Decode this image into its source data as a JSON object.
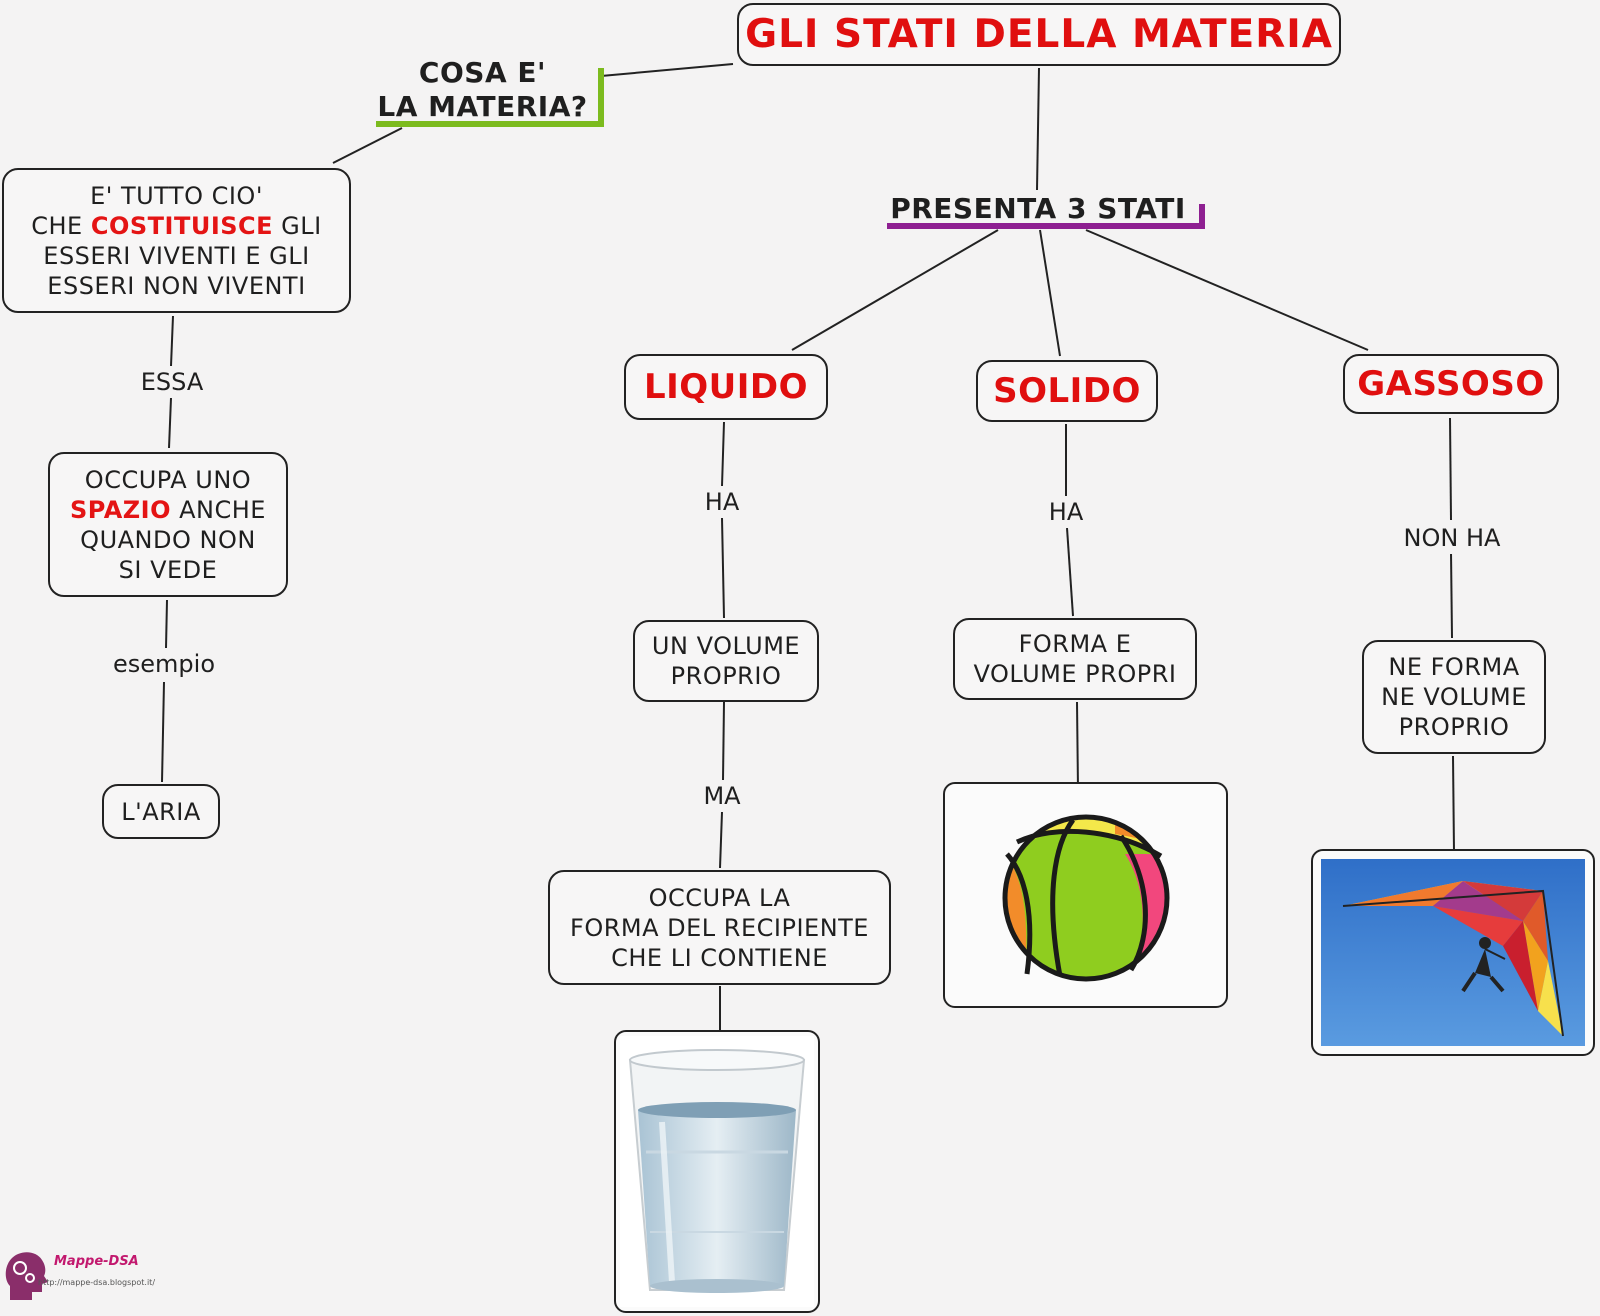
{
  "title": "GLI STATI DELLA MATERIA",
  "question": {
    "line1": "COSA E'",
    "line2": "LA MATERIA?"
  },
  "definition": {
    "line1": "E' TUTTO CIO'",
    "line2_pre": "CHE ",
    "line2_hl": "COSTITUISCE",
    "line2_post": " GLI",
    "line3": "ESSERI VIVENTI E GLI",
    "line4": "ESSERI NON VIVENTI"
  },
  "essa_label": "ESSA",
  "space": {
    "line1": "OCCUPA UNO",
    "line2_hl": "SPAZIO",
    "line2_post": " ANCHE",
    "line3": "QUANDO NON",
    "line4": "SI VEDE"
  },
  "example_label": "esempio",
  "example": "L'ARIA",
  "three_states": "PRESENTA 3 STATI",
  "states": {
    "liquid": {
      "name": "LIQUIDO",
      "link1": "HA",
      "prop1": {
        "line1": "UN VOLUME",
        "line2": "PROPRIO"
      },
      "link2": "MA",
      "prop2": {
        "line1": "OCCUPA LA",
        "line2": "FORMA DEL RECIPIENTE",
        "line3": "CHE LI CONTIENE"
      },
      "image": "water-glass"
    },
    "solid": {
      "name": "SOLIDO",
      "link1": "HA",
      "prop1": {
        "line1": "FORMA E",
        "line2": "VOLUME PROPRI"
      },
      "image": "ball"
    },
    "gas": {
      "name": "GASSOSO",
      "link1": "NON HA",
      "prop1": {
        "line1": "NE FORMA",
        "line2": "NE VOLUME",
        "line3": "PROPRIO"
      },
      "image": "hang-glider"
    }
  },
  "logo": {
    "name": "Mappe-DSA",
    "url": "http://mappe-dsa.blogspot.it/"
  },
  "colors": {
    "title_red": "#e00f0f",
    "question_accent": "#7cbb1e",
    "states_accent": "#8e1f91"
  }
}
